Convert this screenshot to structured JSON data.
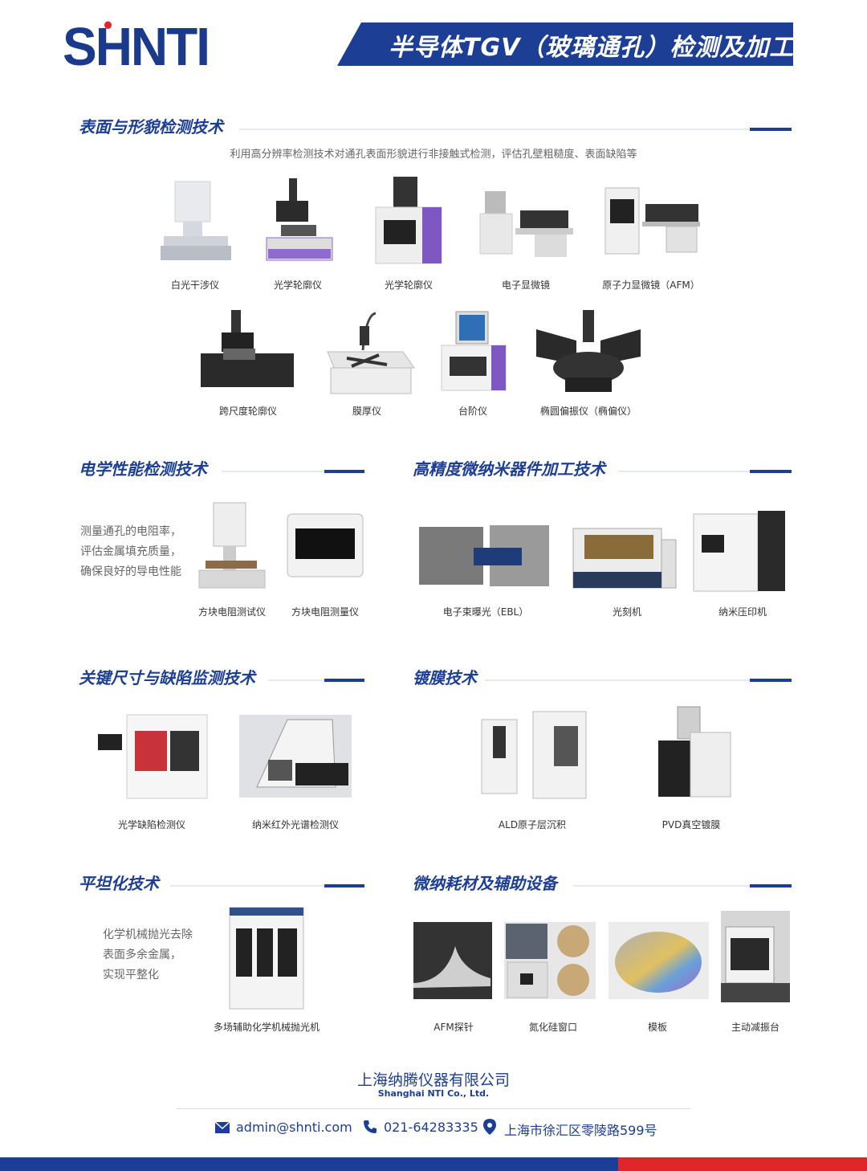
{
  "header": {
    "logo": "SHNTI",
    "title": "半导体TGV（玻璃通孔）检测及加工技术"
  },
  "sections": {
    "surface": {
      "title": "表面与形貌检测技术",
      "description": "利用高分辨率检测技术对通孔表面形貌进行非接触式检测，评估孔壁粗糙度、表面缺陷等",
      "items": [
        "白光干涉仪",
        "光学轮廓仪",
        "光学轮廓仪",
        "电子显微镜",
        "原子力显微镜（AFM）",
        "跨尺度轮廓仪",
        "膜厚仪",
        "台阶仪",
        "椭圆偏振仪（椭偏仪）"
      ]
    },
    "electrical": {
      "title": "电学性能检测技术",
      "description": [
        "测量通孔的电阻率，",
        "评估金属填充质量，",
        "确保良好的导电性能"
      ],
      "items": [
        "方块电阻测试仪",
        "方块电阻测量仪"
      ]
    },
    "nano": {
      "title": "高精度微纳米器件加工技术",
      "items": [
        "电子束曝光（EBL）",
        "光刻机",
        "纳米压印机"
      ]
    },
    "cd": {
      "title": "关键尺寸与缺陷监测技术",
      "items": [
        "光学缺陷检测仪",
        "纳米红外光谱检测仪"
      ]
    },
    "coating": {
      "title": "镀膜技术",
      "items": [
        "ALD原子层沉积",
        "PVD真空镀膜"
      ]
    },
    "planar": {
      "title": "平坦化技术",
      "description": [
        "化学机械抛光去除",
        "表面多余金属，",
        "实现平整化"
      ],
      "items": [
        "多场辅助化学机械抛光机"
      ]
    },
    "consumables": {
      "title": "微纳耗材及辅助设备",
      "items": [
        "AFM探针",
        "氮化硅窗口",
        "模板",
        "主动减振台"
      ]
    }
  },
  "footer": {
    "company_cn": "上海纳腾仪器有限公司",
    "company_en": "Shanghai NTI Co., Ltd.",
    "email": "admin@shnti.com",
    "phone": "021-64283335",
    "address": "上海市徐汇区零陵路599号"
  },
  "colors": {
    "brand_blue": "#1d3e95",
    "accent_red": "#e0262a"
  },
  "icons": [
    "mail-icon",
    "phone-icon",
    "location-pin-icon"
  ]
}
